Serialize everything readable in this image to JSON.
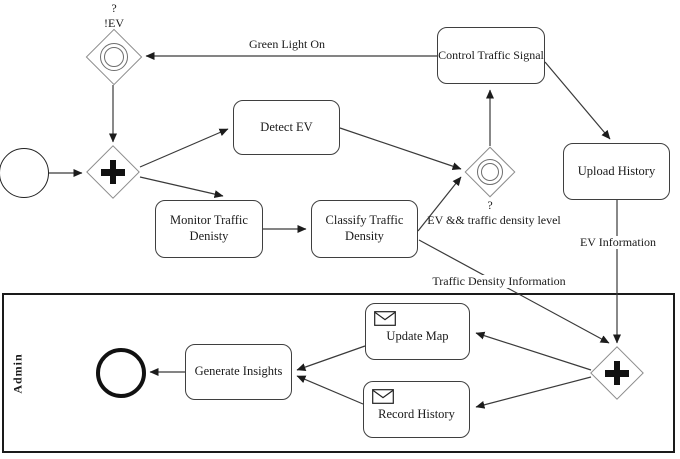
{
  "diagram": {
    "pool": {
      "label": "Admin"
    },
    "events": {
      "start": {
        "kind": "start-event"
      },
      "end": {
        "kind": "end-event"
      }
    },
    "gateways": {
      "signal_wait": {
        "kind": "event-based",
        "label_top": "?",
        "label_condition": "!EV"
      },
      "parallel_split": {
        "kind": "parallel"
      },
      "decision": {
        "kind": "event-based",
        "label_bottom": "?",
        "label_condition": "EV && traffic density level"
      },
      "parallel_join": {
        "kind": "parallel"
      }
    },
    "tasks": {
      "detect_ev": {
        "label": "Detect EV"
      },
      "monitor_traffic": {
        "label": "Monitor Traffic Denisty"
      },
      "classify_traffic": {
        "label": "Classify Traffic Density"
      },
      "control_signal": {
        "label": "Control Traffic Signal"
      },
      "upload_history": {
        "label": "Upload History"
      },
      "update_map": {
        "label": "Update Map",
        "icon": "message-envelope"
      },
      "record_history": {
        "label": "Record History",
        "icon": "message-envelope"
      },
      "generate_insights": {
        "label": "Generate Insights"
      }
    },
    "edge_labels": {
      "green_light_on": "Green Light On",
      "ev_information": "EV Information",
      "traffic_density_information": "Traffic Density Information"
    },
    "colors": {
      "flow_line": "#3a3a3a",
      "task_border": "#3f3f3f",
      "gateway_border": "#8c8c8c",
      "pool_border": "#1a1a1a",
      "background": "#ffffff"
    }
  }
}
